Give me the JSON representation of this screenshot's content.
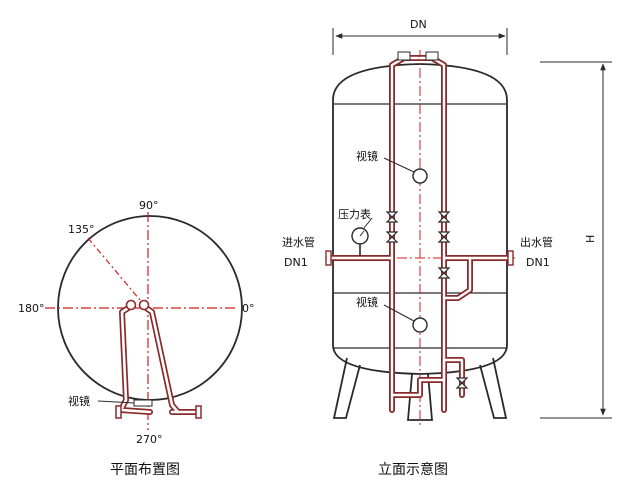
{
  "plan_view": {
    "angle_90": "90°",
    "angle_135": "135°",
    "angle_180": "180°",
    "angle_0": "0°",
    "angle_270": "270°",
    "sight_glass_label": "视镜",
    "caption": "平面布置图"
  },
  "elevation_view": {
    "dn_label": "DN",
    "h_label": "H",
    "sight_glass_upper": "视镜",
    "pressure_gauge": "压力表",
    "inlet_pipe": "进水管",
    "inlet_size": "DN1",
    "outlet_pipe": "出水管",
    "outlet_size": "DN1",
    "sight_glass_lower": "视镜",
    "caption": "立面示意图"
  },
  "colors": {
    "outline": "#2a2a2a",
    "centerline": "#d21e1e",
    "pipe": "#8a2a2a"
  }
}
